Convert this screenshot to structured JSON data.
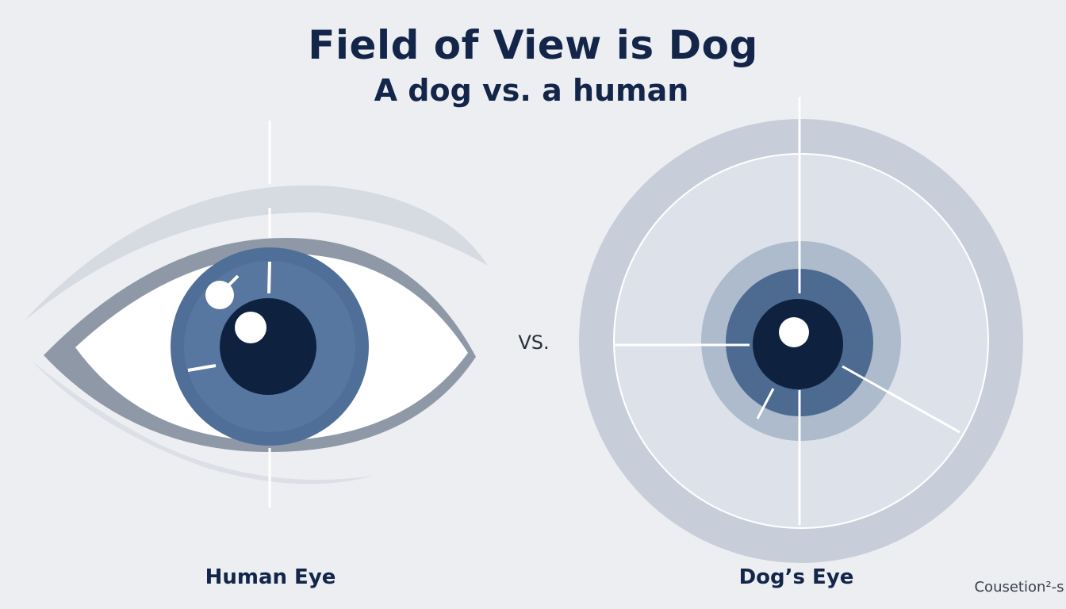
{
  "title": "Field of View is Dog",
  "subtitle": "A dog vs. a human",
  "vs_label": "VS.",
  "labels": {
    "human": "Human Eye",
    "dog": "Dog’s Eye"
  },
  "footer": "Cousetion²-s",
  "colors": {
    "text": "#13264a",
    "background": "#eceef2",
    "iris": "#4f6f99",
    "pupil": "#0e2240",
    "ring": "#c7ced9"
  }
}
